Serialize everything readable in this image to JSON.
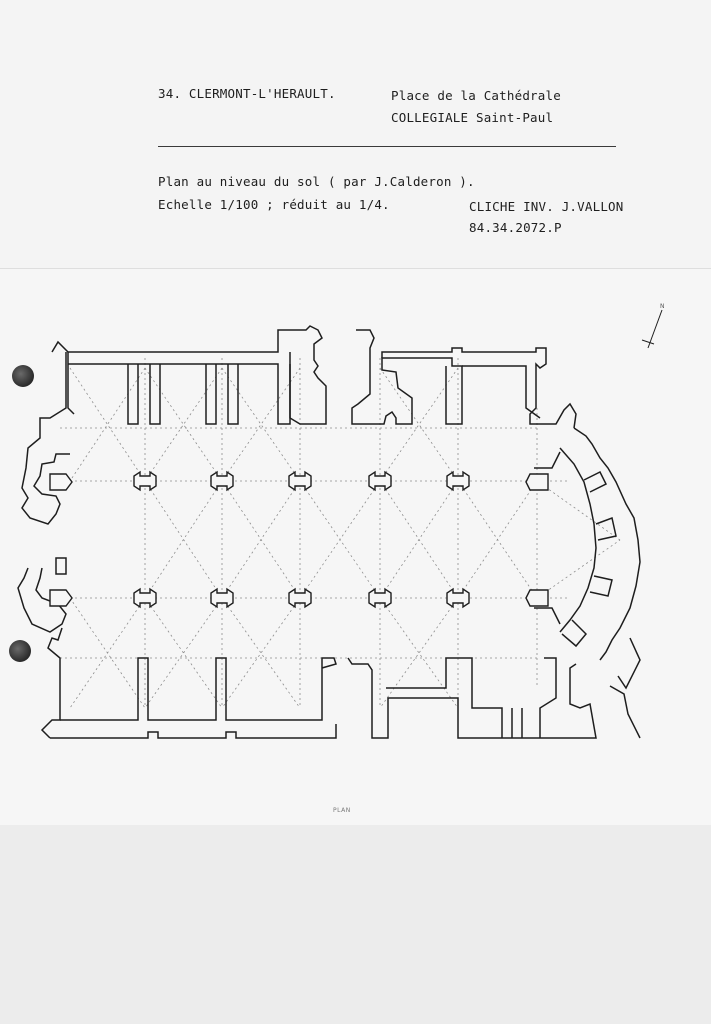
{
  "header": {
    "location": "34. CLERMONT-L'HERAULT.",
    "address": "Place de la Cathédrale",
    "building": "COLLEGIALE Saint-Paul",
    "plan_line": "Plan au niveau du sol ( par J.Calderon ).",
    "scale_line": "Echelle 1/100 ; réduit au 1/4.",
    "photo_credit": "CLICHE INV. J.VALLON",
    "photo_number": "84.34.2072.P"
  },
  "drawing": {
    "caption": "PLAN",
    "north_arrow_label": "N"
  },
  "colors": {
    "ink": "#1e1e1e",
    "paper": "#f4f4f4",
    "dotted_lines": "#8c8c8c"
  }
}
